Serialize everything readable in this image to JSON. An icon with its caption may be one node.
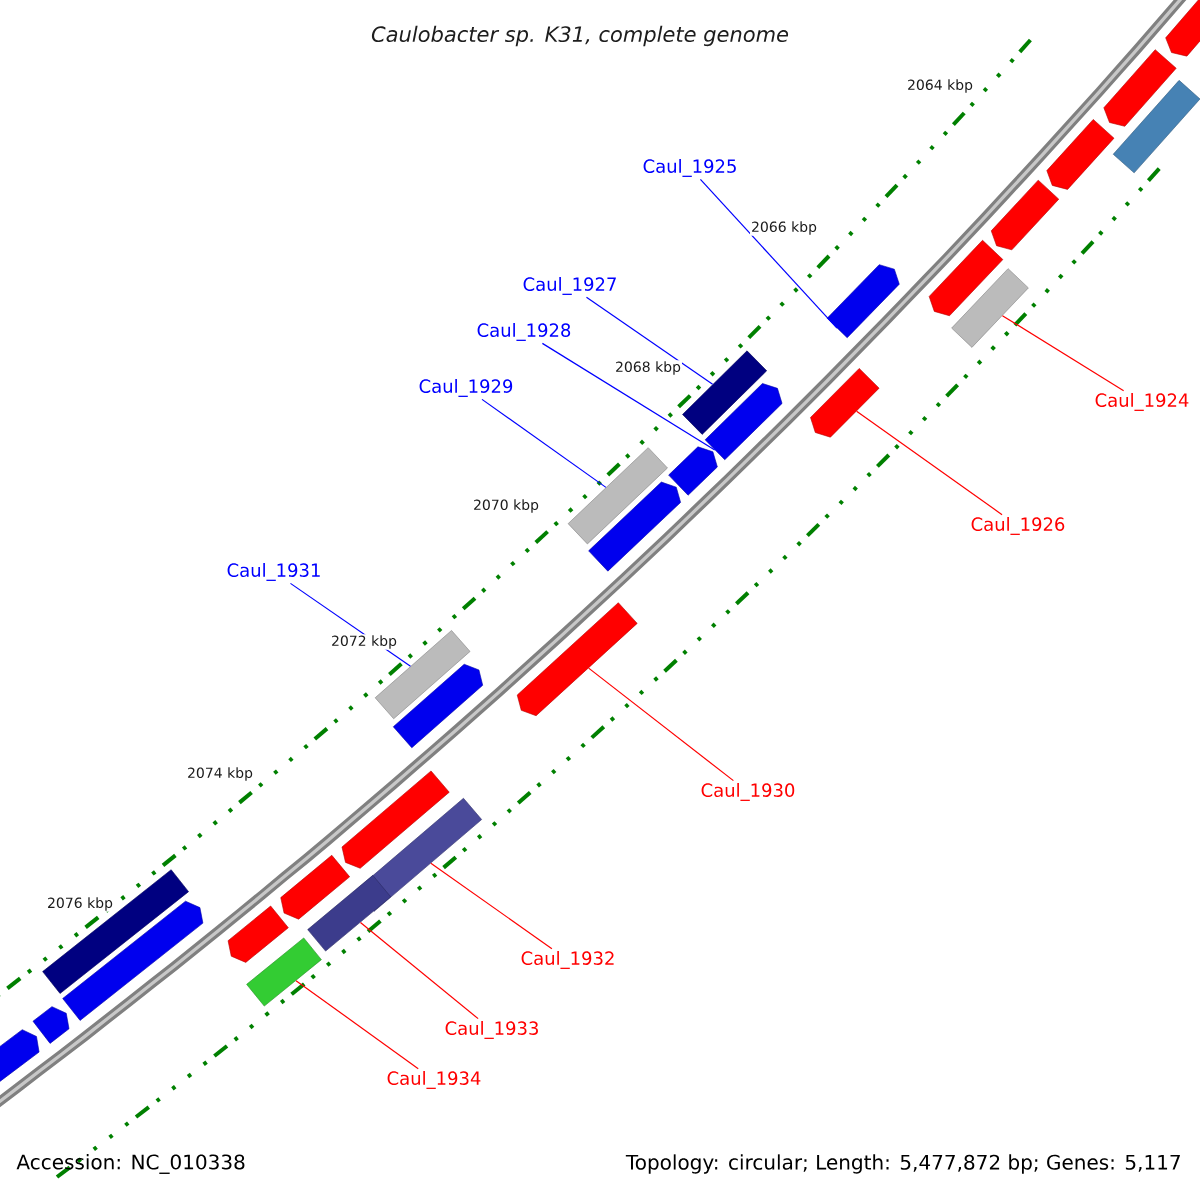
{
  "diagram": {
    "title": "Caulobacter sp. K31, complete genome",
    "nodes": [
      {
        "text": [
          "Caul_1925"
        ]
      },
      {
        "text": [
          "Caul_1927"
        ]
      },
      {
        "text": [
          "Caul_1928"
        ]
      },
      {
        "text": [
          "Caul_1929"
        ]
      },
      {
        "text": [
          "Caul_1924"
        ]
      },
      {
        "text": [
          "Caul_1926"
        ]
      },
      {
        "text": [
          "Caul_1931"
        ]
      },
      {
        "text": [
          "Caul_1930"
        ]
      },
      {
        "text": [
          "Caul_1932"
        ]
      },
      {
        "text": [
          "Caul_1933"
        ]
      },
      {
        "text": [
          "Caul_1934"
        ]
      },
      {
        "text": [],
        "shape": "pentagon"
      },
      {
        "text": [],
        "shape": "pentagon"
      },
      {
        "text": [],
        "shape": "box"
      },
      {
        "text": [],
        "shape": "pentagon"
      },
      {
        "text": [],
        "shape": "pentagon"
      },
      {
        "text": [],
        "shape": "pentagon"
      },
      {
        "text": [],
        "shape": "pentagon"
      },
      {
        "text": [],
        "shape": "box"
      },
      {
        "text": [],
        "shape": "box"
      },
      {
        "text": [],
        "shape": "pentagon"
      },
      {
        "text": [],
        "shape": "pentagon"
      },
      {
        "text": [],
        "shape": "pentagon"
      },
      {
        "text": [],
        "shape": "box"
      },
      {
        "text": [],
        "shape": "pentagon"
      },
      {
        "text": [],
        "shape": "pentagon"
      },
      {
        "text": [],
        "shape": "box"
      },
      {
        "text": [],
        "shape": "pentagon"
      },
      {
        "text": [],
        "shape": "pentagon"
      },
      {
        "text": [],
        "shape": "box"
      },
      {
        "text": [],
        "shape": "pentagon"
      },
      {
        "text": [],
        "shape": "box"
      },
      {
        "text": [],
        "shape": "pentagon"
      },
      {
        "text": [],
        "shape": "box"
      },
      {
        "text": [],
        "shape": "pentagon"
      },
      {
        "text": [],
        "shape": "box"
      },
      {
        "text": [],
        "shape": "pentagon"
      },
      {
        "text": [],
        "shape": "pentagon"
      }
    ],
    "edges": [
      {
        "from": 0,
        "to": 17,
        "arrow": "none",
        "color": "#0000ff"
      },
      {
        "from": 1,
        "to": 19,
        "arrow": "none",
        "color": "#0000ff"
      },
      {
        "from": 2,
        "to": 21,
        "arrow": "none",
        "color": "#0000ff"
      },
      {
        "from": 3,
        "to": 23,
        "arrow": "none",
        "color": "#0000ff"
      },
      {
        "from": 4,
        "to": 18,
        "arrow": "none"
      },
      {
        "from": 5,
        "to": 20,
        "arrow": "none"
      },
      {
        "from": 6,
        "to": 26,
        "arrow": "none",
        "color": "#0000ff"
      },
      {
        "from": 7,
        "to": 25,
        "arrow": "none"
      },
      {
        "from": 8,
        "to": 29,
        "arrow": "none"
      },
      {
        "from": 9,
        "to": 31,
        "arrow": "none"
      },
      {
        "from": 10,
        "to": 35,
        "arrow": "none"
      }
    ],
    "labels": [
      "2064 kbp",
      "2066 kbp",
      "2068 kbp",
      "2070 kbp",
      "2072 kbp",
      "2074 kbp",
      "2076 kbp",
      "Accession: NC_010338",
      "Topology: circular; Length: 5,477,872 bp; Genes: 5,117"
    ]
  }
}
